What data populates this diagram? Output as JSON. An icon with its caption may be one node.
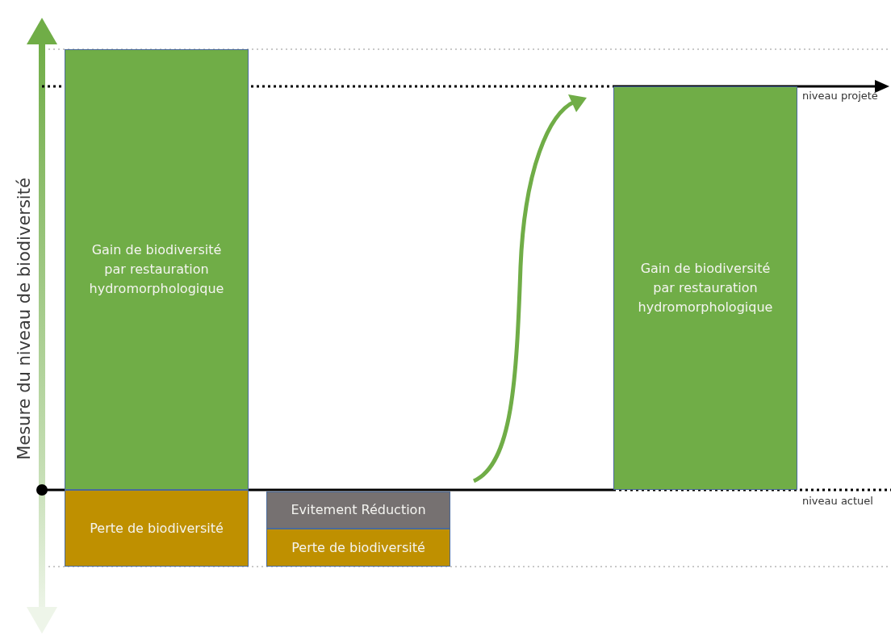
{
  "diagram": {
    "nodes": [
      {
        "text": [
          "Gain de biodiversité par restauration hydromorphologique"
        ]
      },
      {
        "text": [
          "Perte de biodiversité"
        ]
      },
      {
        "text": [
          "Evitement Réduction"
        ]
      },
      {
        "text": [
          "Perte de biodiversité"
        ]
      },
      {
        "text": [
          "Gain de biodiversité par restauration hydromorphologique"
        ]
      }
    ],
    "labels": [
      "Mesure du niveau de biodiversité",
      "niveau projeté",
      "niveau actuel"
    ]
  }
}
